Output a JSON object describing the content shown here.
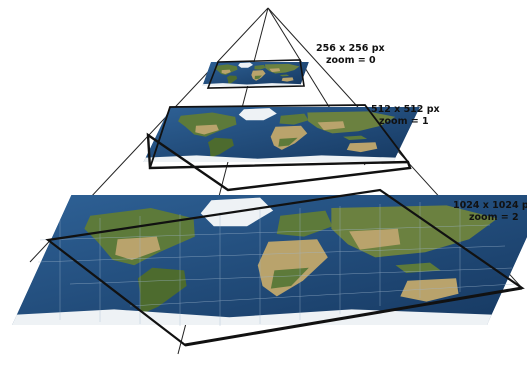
{
  "levels": [
    {
      "size_label": "256 x 256 px",
      "zoom_label": "zoom = 0"
    },
    {
      "size_label": "512 x 512 px",
      "zoom_label": "zoom = 1"
    },
    {
      "size_label": "1024 x 1024 p",
      "zoom_label": "zoom = 2"
    }
  ],
  "colors": {
    "ocean_deep": "#173a63",
    "ocean_mid": "#2d5f93",
    "land_green": "#5d7a3a",
    "land_tan": "#b9a36c",
    "ice": "#eef2f5",
    "outline": "#111111"
  },
  "icons": [
    "world-map-tile-level-0",
    "world-map-tile-level-1",
    "world-map-tile-level-2"
  ]
}
